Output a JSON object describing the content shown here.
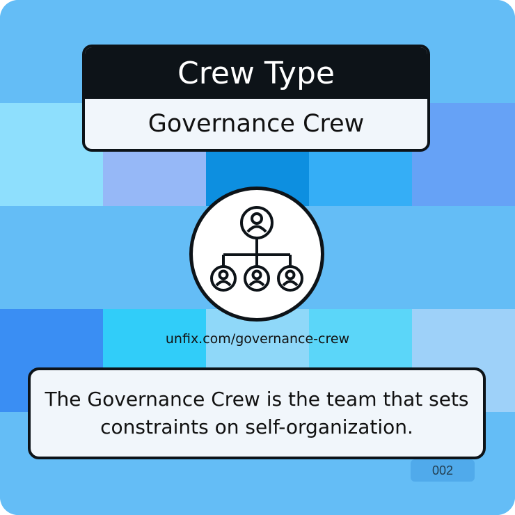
{
  "card": {
    "title": "Crew Type",
    "subtitle": "Governance Crew",
    "icon": "hierarchy-people-icon",
    "url": "unfix.com/governance-crew",
    "description": "The Governance Crew is the team that sets constraints on self-organization.",
    "number": "002"
  },
  "colors": {
    "tiles": [
      "#64bdf6",
      "#64bdf6",
      "#64bdf6",
      "#64bdf6",
      "#64bdf6",
      "#8edffd",
      "#96b8f7",
      "#0d8fe0",
      "#35aef6",
      "#66a2f6",
      "#64bdf6",
      "#64bdf6",
      "#64bdf6",
      "#64bdf6",
      "#64bdf6",
      "#3a8ef3",
      "#31cdf9",
      "#8fd8f9",
      "#5bd6f9",
      "#9ed1f9",
      "#64bdf6",
      "#64bdf6",
      "#64bdf6",
      "#64bdf6",
      "#64bdf6"
    ],
    "dark": "#0d1318",
    "panel": "#f1f6fb"
  }
}
